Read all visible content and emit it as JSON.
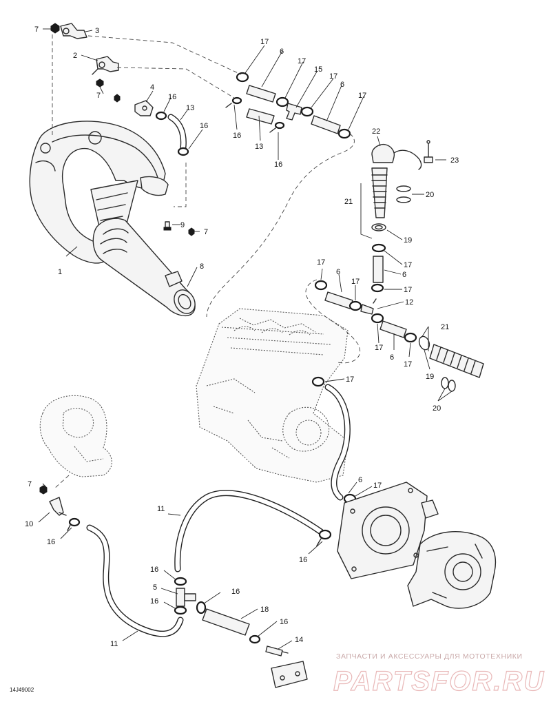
{
  "diagram": {
    "drawing_code": "14J49002",
    "callouts": {
      "c1": "1",
      "c2": "2",
      "c3": "3",
      "c4": "4",
      "c5": "5",
      "c6a": "6",
      "c6b": "6",
      "c6c": "6",
      "c6d": "6",
      "c6e": "6",
      "c6f": "6",
      "c7a": "7",
      "c7b": "7",
      "c7c": "7",
      "c7d": "7",
      "c8": "8",
      "c9": "9",
      "c10": "10",
      "c11a": "11",
      "c11b": "11",
      "c12": "12",
      "c13a": "13",
      "c13b": "13",
      "c14": "14",
      "c15": "15",
      "c16a": "16",
      "c16b": "16",
      "c16c": "16",
      "c16d": "16",
      "c16e": "16",
      "c16f": "16",
      "c16g": "16",
      "c16h": "16",
      "c16i": "16",
      "c16j": "16",
      "c17a": "17",
      "c17b": "17",
      "c17c": "17",
      "c17d": "17",
      "c17e": "17",
      "c17f": "17",
      "c17g": "17",
      "c17h": "17",
      "c17i": "17",
      "c17j": "17",
      "c17k": "17",
      "c18": "18",
      "c19a": "19",
      "c19b": "19",
      "c20a": "20",
      "c20b": "20",
      "c21a": "21",
      "c21b": "21",
      "c22": "22",
      "c23": "23"
    }
  },
  "watermark": {
    "tagline": "ЗАПЧАСТИ И АКСЕССУАРЫ ДЛЯ МОТОТЕХНИКИ",
    "brand": "PARTSFOR.RU",
    "color": "#e9b8b8"
  }
}
